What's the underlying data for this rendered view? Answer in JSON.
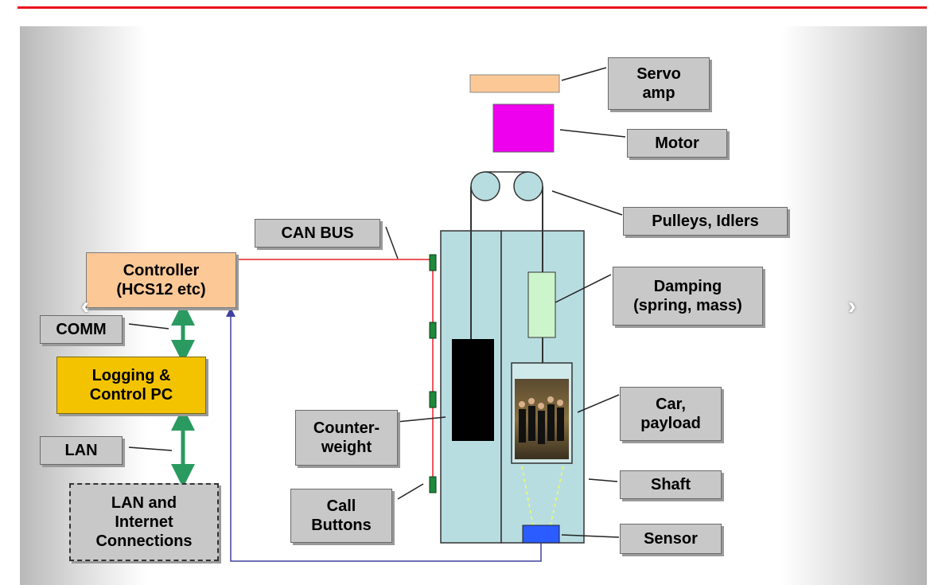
{
  "labels": {
    "servo_amp": "Servo\namp",
    "motor": "Motor",
    "pulleys": "Pulleys, Idlers",
    "can_bus": "CAN BUS",
    "controller": "Controller\n(HCS12 etc)",
    "damping": "Damping\n(spring, mass)",
    "comm": "COMM",
    "logging": "Logging &\nControl PC",
    "counterweight": "Counter-\nweight",
    "car": "Car,\npayload",
    "lan": "LAN",
    "shaft": "Shaft",
    "lan_internet": "LAN and\nInternet\nConnections",
    "call_buttons": "Call\nButtons",
    "sensor": "Sensor"
  },
  "nav": {
    "prev": "‹",
    "next": "›"
  },
  "colors": {
    "accent_bar": "#e8101c",
    "servo_amp": "#fcc896",
    "motor": "#ee00ee",
    "shaft": "#b8dde1",
    "damping": "#ccf5cc",
    "counterweight": "#000000",
    "sensor": "#2b5cff",
    "can_bus_line": "#e8202a",
    "feedback_line": "#4040a0",
    "link_arrows": "#2a9a60"
  }
}
